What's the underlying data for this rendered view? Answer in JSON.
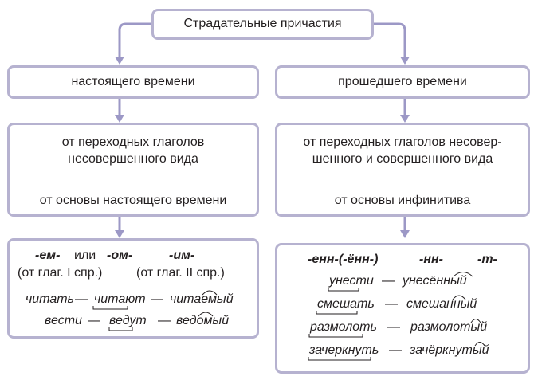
{
  "title": "Страдательные причастия",
  "left": {
    "heading": "настоящего времени",
    "source_lines": [
      "от переходных глаголов",
      "несовершенного вида"
    ],
    "basis": "от основы настоящего времени",
    "suffix_em": "-ем-",
    "suffix_or": "или",
    "suffix_om": "-ом-",
    "suffix_im": "-им-",
    "conj_1": "(от глаг. I спр.)",
    "conj_2": "(от глаг. II спр.)",
    "examples": [
      {
        "w1": "читать",
        "dash1": "—",
        "w2": "читают",
        "dash2": "—",
        "w3": "читаемый"
      },
      {
        "w1": "вести",
        "dash1": "—",
        "w2": "ведут",
        "dash2": "—",
        "w3": "ведомый"
      }
    ]
  },
  "right": {
    "heading": "прошедшего времени",
    "source_lines": [
      "от переходных глаголов несовер-",
      "шенного и совершенного вида"
    ],
    "basis": "от основы инфинитива",
    "suffix_enn": "-енн-(-ённ-)",
    "suffix_nn": "-нн-",
    "suffix_t": "-т-",
    "examples": [
      {
        "w1": "унести",
        "dash": "—",
        "w2": "унесённый"
      },
      {
        "w1": "смешать",
        "dash": "—",
        "w2": "смешанный"
      },
      {
        "w1": "размолоть",
        "dash": "—",
        "w2": "размолотый"
      },
      {
        "w1": "зачеркнуть",
        "dash": "—",
        "w2": "зачёркнутый"
      }
    ]
  },
  "colors": {
    "box_border": "#b6b2d0",
    "arrow": "#9c98c6",
    "text": "#231f20",
    "background": "#ffffff"
  }
}
